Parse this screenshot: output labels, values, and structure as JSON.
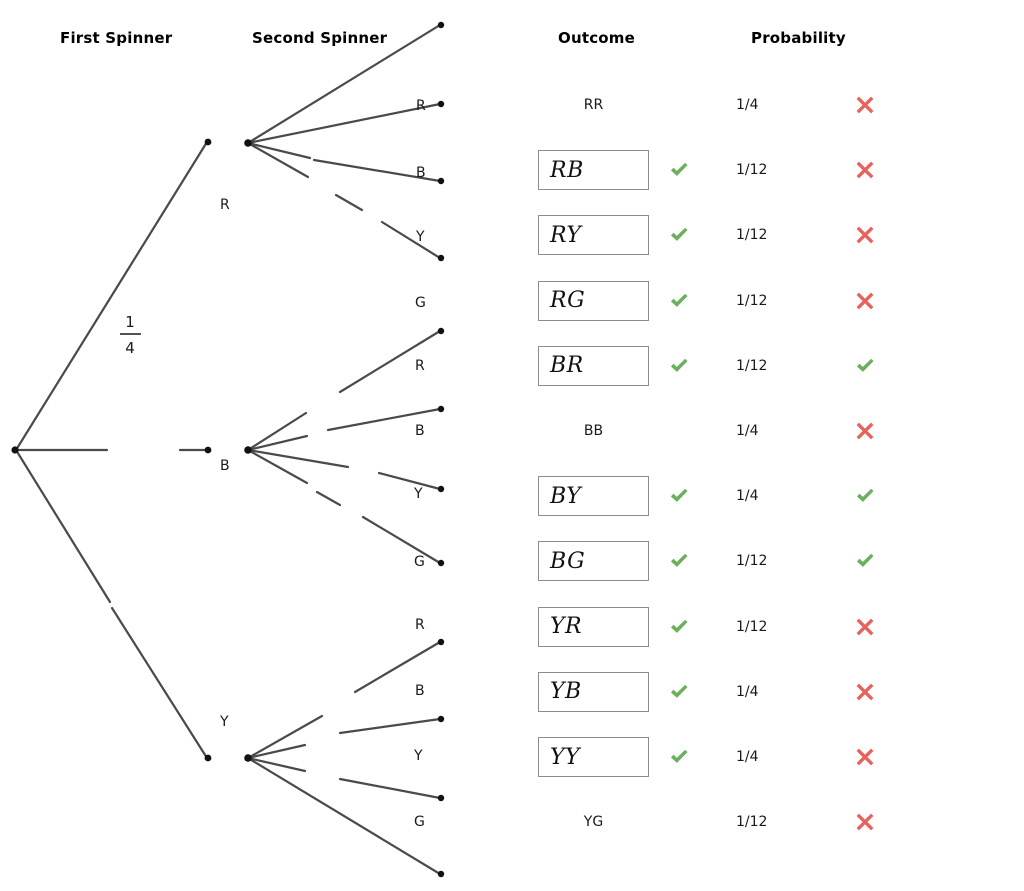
{
  "headers": {
    "first_spinner": "First Spinner",
    "second_spinner": "Second Spinner",
    "outcome": "Outcome",
    "probability": "Probability"
  },
  "colors": {
    "check": "#6DAF5F",
    "cross": "#E8625C",
    "branch": "#4a4a4a",
    "node": "#111111",
    "box_border": "#8c8c8c",
    "text": "#1a1a1a"
  },
  "tree": {
    "root_label": "",
    "edge_label": {
      "numerator": "1",
      "denominator": "4"
    },
    "level1": [
      {
        "label": "R"
      },
      {
        "label": "B"
      },
      {
        "label": "Y"
      }
    ],
    "level2": [
      {
        "label": "R"
      },
      {
        "label": "B"
      },
      {
        "label": "Y"
      },
      {
        "label": "G"
      },
      {
        "label": "R"
      },
      {
        "label": "B"
      },
      {
        "label": "Y"
      },
      {
        "label": "G"
      },
      {
        "label": "R"
      },
      {
        "label": "B"
      },
      {
        "label": "Y"
      },
      {
        "label": "G"
      }
    ]
  },
  "rows": [
    {
      "outcome": "RR",
      "boxed": false,
      "outcome_mark": "none",
      "probability": "1/4",
      "prob_mark": "cross"
    },
    {
      "outcome": "RB",
      "boxed": true,
      "outcome_mark": "check",
      "probability": "1/12",
      "prob_mark": "cross"
    },
    {
      "outcome": "RY",
      "boxed": true,
      "outcome_mark": "check",
      "probability": "1/12",
      "prob_mark": "cross"
    },
    {
      "outcome": "RG",
      "boxed": true,
      "outcome_mark": "check",
      "probability": "1/12",
      "prob_mark": "cross"
    },
    {
      "outcome": "BR",
      "boxed": true,
      "outcome_mark": "check",
      "probability": "1/12",
      "prob_mark": "check"
    },
    {
      "outcome": "BB",
      "boxed": false,
      "outcome_mark": "none",
      "probability": "1/4",
      "prob_mark": "cross"
    },
    {
      "outcome": "BY",
      "boxed": true,
      "outcome_mark": "check",
      "probability": "1/4",
      "prob_mark": "check"
    },
    {
      "outcome": "BG",
      "boxed": true,
      "outcome_mark": "check",
      "probability": "1/12",
      "prob_mark": "check"
    },
    {
      "outcome": "YR",
      "boxed": true,
      "outcome_mark": "check",
      "probability": "1/12",
      "prob_mark": "cross"
    },
    {
      "outcome": "YB",
      "boxed": true,
      "outcome_mark": "check",
      "probability": "1/4",
      "prob_mark": "cross"
    },
    {
      "outcome": "YY",
      "boxed": true,
      "outcome_mark": "check",
      "probability": "1/4",
      "prob_mark": "cross"
    },
    {
      "outcome": "YG",
      "boxed": false,
      "outcome_mark": "none",
      "probability": "1/12",
      "prob_mark": "cross"
    }
  ],
  "icons": {
    "check": "check-icon",
    "cross": "cross-icon"
  }
}
